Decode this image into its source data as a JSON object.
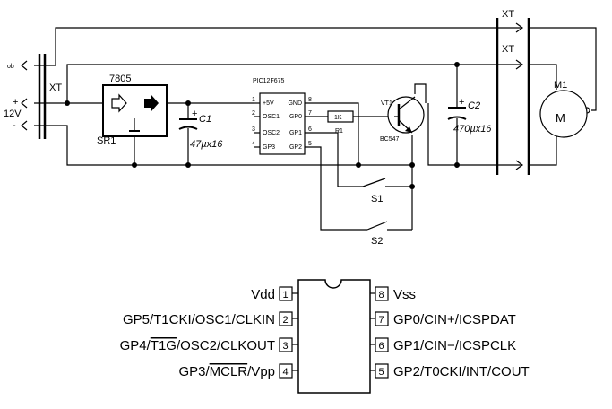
{
  "circuit": {
    "connector_label_top": "XT",
    "connector_label_mid": "XT",
    "connector_label_left": "XT",
    "power_label_ob": "ob",
    "power_label_plus": "+",
    "power_label_voltage": "12V",
    "power_label_minus": "-",
    "regulator_part": "7805",
    "regulator_ref": "SR1",
    "c1_polarity": "+",
    "c1_ref": "C1",
    "c1_value": "47µx16",
    "mcu_part": "PIC12F675",
    "mcu_pins_left": [
      {
        "num": "1",
        "name": "+5V"
      },
      {
        "num": "2",
        "name": "OSC1"
      },
      {
        "num": "3",
        "name": "OSC2"
      },
      {
        "num": "4",
        "name": "GP3"
      }
    ],
    "mcu_pins_right": [
      {
        "num": "8",
        "name": "GND"
      },
      {
        "num": "7",
        "name": "GP0"
      },
      {
        "num": "6",
        "name": "GP1"
      },
      {
        "num": "5",
        "name": "GP2"
      }
    ],
    "resistor_value": "1K",
    "resistor_ref": "R1",
    "transistor_ref": "VT1",
    "transistor_part": "BC547",
    "c2_polarity": "+",
    "c2_ref": "C2",
    "c2_value": "470µx16",
    "motor_ref": "M1",
    "motor_symbol": "M",
    "switch1_ref": "S1",
    "switch2_ref": "S2"
  },
  "pinout": {
    "left": [
      {
        "num": "1",
        "label": "Vdd"
      },
      {
        "num": "2",
        "label": "GP5/T1CKI/OSC1/CLKIN"
      },
      {
        "num": "3",
        "label_pre": "GP4/",
        "label_bar": "T1G",
        "label_post": "/OSC2/CLKOUT"
      },
      {
        "num": "4",
        "label_pre": "GP3/",
        "label_bar": "MCLR",
        "label_post": "/Vpp"
      }
    ],
    "right": [
      {
        "num": "8",
        "label": "Vss"
      },
      {
        "num": "7",
        "label": "GP0/CIN+/ICSPDAT"
      },
      {
        "num": "6",
        "label": "GP1/CIN−/ICSPCLK"
      },
      {
        "num": "5",
        "label": "GP2/T0CKI/INT/COUT"
      }
    ]
  }
}
